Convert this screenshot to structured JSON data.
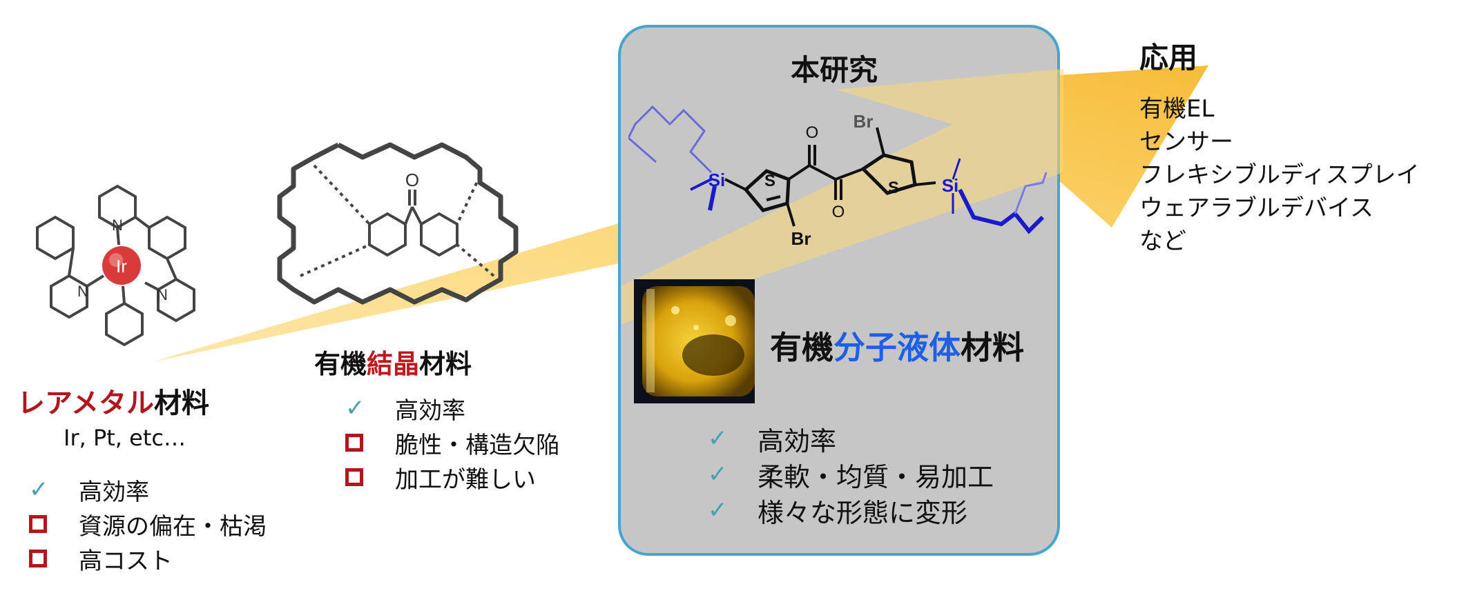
{
  "colors": {
    "arrow": "#f9c64a",
    "box_bg": "#c6c6c6",
    "box_border": "#46a4cf",
    "rare_red": "#b0161c",
    "crystal_red": "#c0181e",
    "liquid_blue": "#1e5fe6",
    "check": "#4a9fb0",
    "square": "#b0161c"
  },
  "rare_metal": {
    "title_part1": "レアメタル",
    "title_part2": "材料",
    "examples": "Ir, Pt, etc…",
    "items": [
      {
        "icon": "check-icon",
        "text": "高効率"
      },
      {
        "icon": "square-icon",
        "text": "資源の偏在・枯渇"
      },
      {
        "icon": "square-icon",
        "text": "高コスト"
      }
    ],
    "ir_label": "Ir",
    "n_label": "N"
  },
  "organic_crystal": {
    "title_part1": "有機",
    "title_part2": "結晶",
    "title_part3": "材料",
    "items": [
      {
        "icon": "check-icon",
        "text": "高効率"
      },
      {
        "icon": "square-icon",
        "text": "脆性・構造欠陥"
      },
      {
        "icon": "square-icon",
        "text": "加工が難しい"
      }
    ],
    "o_label": "O"
  },
  "this_research": {
    "title": "本研究",
    "molecule_labels": {
      "br": "Br",
      "s": "S",
      "si": "Si",
      "o": "O"
    },
    "liquid_title_part1": "有機",
    "liquid_title_part2": "分子液体",
    "liquid_title_part3": "材料",
    "items": [
      {
        "icon": "check-icon",
        "text": "高効率"
      },
      {
        "icon": "check-icon",
        "text": "柔軟・均質・易加工"
      },
      {
        "icon": "check-icon",
        "text": "様々な形態に変形"
      }
    ]
  },
  "applications": {
    "title": "応用",
    "items": [
      "有機EL",
      "センサー",
      "フレキシブルディスプレイ",
      "ウェアラブルデバイス",
      "など"
    ]
  }
}
